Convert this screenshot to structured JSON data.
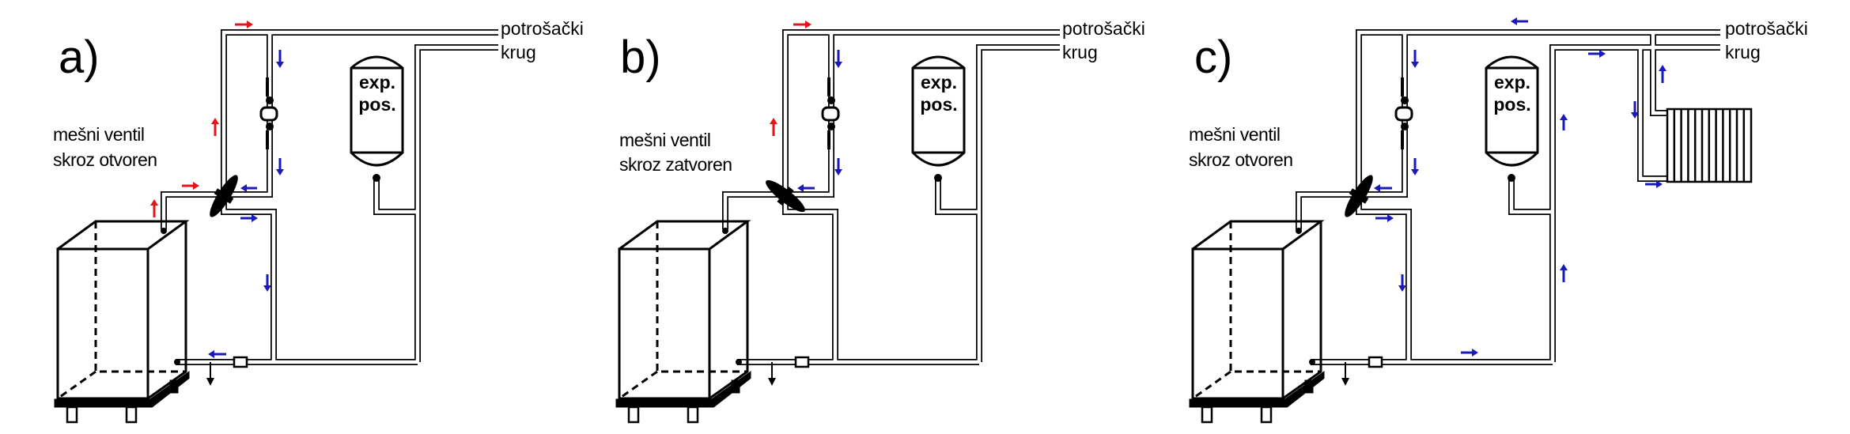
{
  "colors": {
    "hot": "#e4141b",
    "cold": "#1a1ab8",
    "line": "#000000"
  },
  "panels": [
    {
      "label": "a)",
      "valve_text": [
        "mešni ventil",
        "skroz otvoren"
      ],
      "exp_tank": [
        "exp.",
        "pos."
      ],
      "circuit": [
        "potrošački",
        "krug"
      ],
      "valve_state": "open"
    },
    {
      "label": "b)",
      "valve_text": [
        "mešni ventil",
        "skroz zatvoren"
      ],
      "exp_tank": [
        "exp.",
        "pos."
      ],
      "circuit": [
        "potrošački",
        "krug"
      ],
      "valve_state": "closed"
    },
    {
      "label": "c)",
      "valve_text": [
        "mešni ventil",
        "skroz otvoren"
      ],
      "exp_tank": [
        "exp.",
        "pos."
      ],
      "circuit": [
        "potrošački",
        "krug"
      ],
      "valve_state": "open"
    }
  ]
}
